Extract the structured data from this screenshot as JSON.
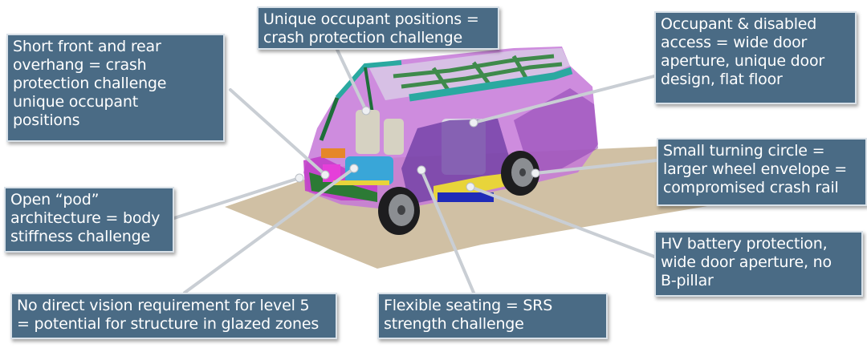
{
  "colors": {
    "callout_fill": "#4a6b85",
    "callout_border": "#d9e1e8",
    "callout_text": "#ffffff",
    "leader_line": "#c9ced4",
    "ground_plane": "#cbb99a",
    "vehicle_body": "#c678d8",
    "vehicle_frame": "#2aa9a0"
  },
  "callouts": [
    {
      "id": "overhang",
      "lines": [
        "Short front and rear",
        "overhang = crash",
        "protection challenge",
        "unique occupant",
        "positions"
      ]
    },
    {
      "id": "occupant-positions",
      "lines": [
        "Unique occupant positions =",
        "crash protection challenge"
      ]
    },
    {
      "id": "access",
      "lines": [
        "Occupant & disabled",
        "access = wide door",
        "aperture, unique door",
        "design, flat floor"
      ]
    },
    {
      "id": "turning-circle",
      "lines": [
        "Small turning circle =",
        "larger wheel envelope =",
        "compromised crash rail"
      ]
    },
    {
      "id": "pod-architecture",
      "lines": [
        "Open “pod”",
        "architecture = body",
        "stiffness challenge"
      ]
    },
    {
      "id": "hv-battery",
      "lines": [
        "HV battery protection,",
        "wide door aperture, no",
        "B-pillar"
      ]
    },
    {
      "id": "direct-vision",
      "lines": [
        "No direct vision requirement for level 5",
        "= potential for structure in glazed zones"
      ]
    },
    {
      "id": "flexible-seating",
      "lines": [
        "Flexible seating = SRS",
        "strength challenge"
      ]
    }
  ],
  "figure": {
    "subject": "autonomous pod vehicle CAE model, cutaway view",
    "icons": [
      "vehicle-illustration",
      "ground-plane"
    ]
  }
}
